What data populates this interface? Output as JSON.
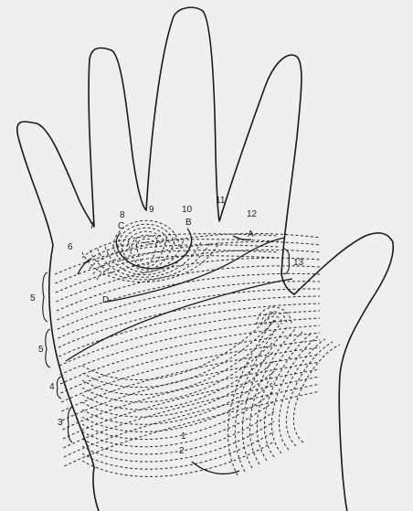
{
  "labels": {
    "l1": "1",
    "l2": "2",
    "l3": "3",
    "l4": "4",
    "l5a": "5",
    "l5b": "5",
    "l6": "6",
    "l7": "7",
    "l8": "8",
    "l9": "9",
    "l10": "10",
    "l11": "11",
    "l12": "12",
    "l13": "13",
    "lA": "A",
    "lB": "B",
    "lC": "C",
    "lD": "D"
  }
}
